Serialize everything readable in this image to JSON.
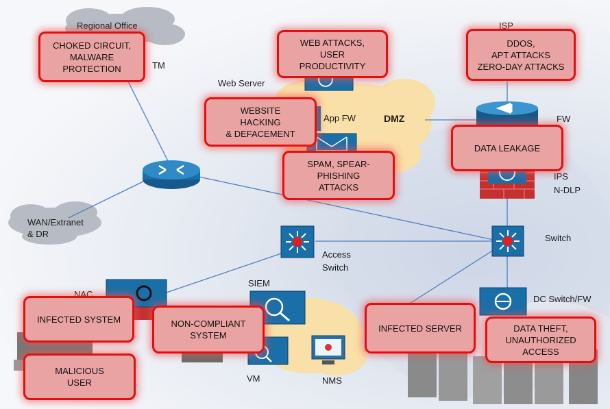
{
  "clouds": {
    "regional_office": "Regional Office",
    "wan": "WAN/Extranet\n& DR",
    "dmz": "DMZ"
  },
  "labels": {
    "utm": "TM",
    "web_server": "Web Server",
    "app_fw": "App FW",
    "isp": "ISP",
    "fw": "FW",
    "ips": "IPS",
    "ndlp": "N-DLP",
    "switch": "Switch",
    "access_switch": "Access\nSwitch",
    "nac": "NAC",
    "siem": "SIEM",
    "vm": "VM",
    "nms": "NMS",
    "dc_switch": "DC Switch/FW"
  },
  "threats": {
    "choked": "CHOKED CIRCUIT,\nMALWARE\nPROTECTION",
    "web_attacks": "WEB ATTACKS,\nUSER\nPRODUCTIVITY",
    "ddos": "DDOS,\nAPT ATTACKS\nZERO-DAY ATTACKS",
    "website_hacking": "WEBSITE\nHACKING\n& DEFACEMENT",
    "data_leakage": "DATA LEAKAGE",
    "spam": "SPAM, SPEAR-\nPHISHING\nATTACKS",
    "infected_system": "INFECTED SYSTEM",
    "non_compliant": "NON-COMPLIANT\nSYSTEM",
    "malicious_user": "MALICIOUS\nUSER",
    "infected_server": "INFECTED SERVER",
    "data_theft": "DATA THEFT,\nUNAUTHORIZED\nACCESS"
  },
  "colors": {
    "threat_fill": "#eaa3a3",
    "threat_border": "#e01010",
    "cloud_gray": "#b7bcc4",
    "cloud_dmz": "#f9dfa8",
    "device_blue": "#1b6fa8",
    "link_blue": "#4f7fbf"
  }
}
